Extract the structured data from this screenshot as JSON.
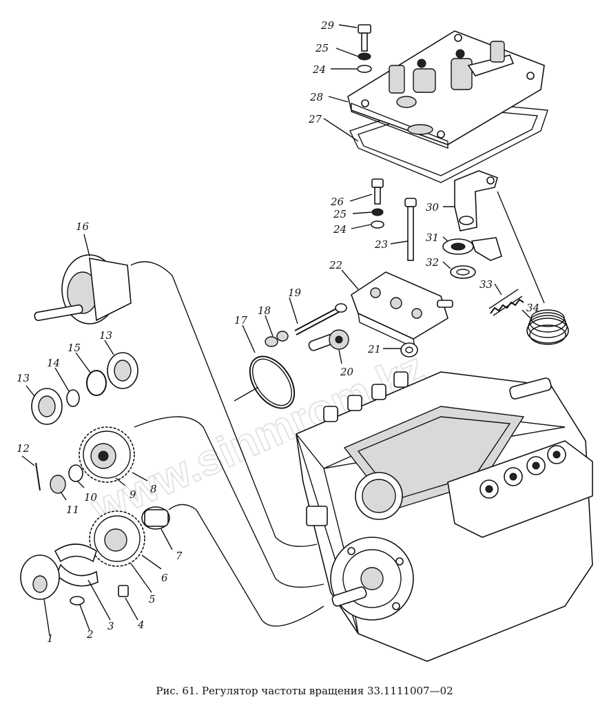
{
  "figure": {
    "caption": "Рис. 61. Регулятор частоты вращения 33.1111007—02",
    "watermark": "www.sinmrom.kz"
  },
  "callouts": [
    {
      "num": "1"
    },
    {
      "num": "2"
    },
    {
      "num": "3"
    },
    {
      "num": "4"
    },
    {
      "num": "5"
    },
    {
      "num": "6"
    },
    {
      "num": "7"
    },
    {
      "num": "8"
    },
    {
      "num": "9"
    },
    {
      "num": "10"
    },
    {
      "num": "11"
    },
    {
      "num": "12"
    },
    {
      "num": "13"
    },
    {
      "num": "13"
    },
    {
      "num": "14"
    },
    {
      "num": "15"
    },
    {
      "num": "16"
    },
    {
      "num": "17"
    },
    {
      "num": "18"
    },
    {
      "num": "19"
    },
    {
      "num": "20"
    },
    {
      "num": "21"
    },
    {
      "num": "22"
    },
    {
      "num": "23"
    },
    {
      "num": "24"
    },
    {
      "num": "24"
    },
    {
      "num": "25"
    },
    {
      "num": "25"
    },
    {
      "num": "26"
    },
    {
      "num": "27"
    },
    {
      "num": "28"
    },
    {
      "num": "29"
    },
    {
      "num": "30"
    },
    {
      "num": "31"
    },
    {
      "num": "32"
    },
    {
      "num": "33"
    },
    {
      "num": "34"
    }
  ]
}
